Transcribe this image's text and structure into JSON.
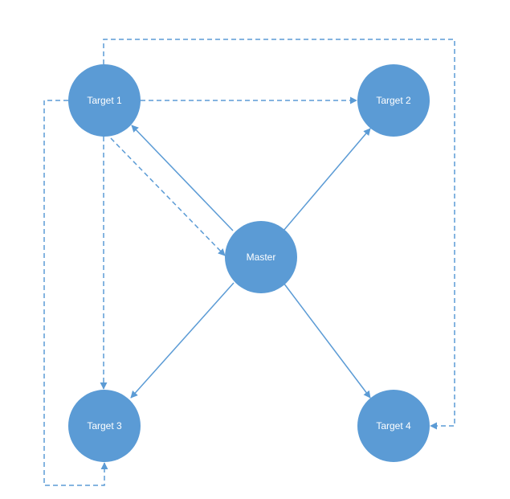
{
  "diagram": {
    "colors": {
      "node_fill": "#5b9bd5",
      "edge": "#5b9bd5",
      "label": "#ffffff",
      "background": "#ffffff"
    },
    "nodes": {
      "master": {
        "label": "Master"
      },
      "target1": {
        "label": "Target 1"
      },
      "target2": {
        "label": "Target 2"
      },
      "target3": {
        "label": "Target 3"
      },
      "target4": {
        "label": "Target 4"
      }
    },
    "edges": [
      {
        "from": "Master",
        "to": "Target 1",
        "style": "solid"
      },
      {
        "from": "Master",
        "to": "Target 2",
        "style": "solid"
      },
      {
        "from": "Master",
        "to": "Target 3",
        "style": "solid"
      },
      {
        "from": "Master",
        "to": "Target 4",
        "style": "solid"
      },
      {
        "from": "Target 1",
        "to": "Target 2",
        "style": "dashed"
      },
      {
        "from": "Target 1",
        "to": "Master",
        "style": "dashed"
      },
      {
        "from": "Target 1",
        "to": "Target 3",
        "style": "dashed"
      },
      {
        "from": "Target 1",
        "to": "Target 3",
        "style": "dashed",
        "routing": "left-loop"
      },
      {
        "from": "Target 1",
        "to": "Target 4",
        "style": "dashed",
        "routing": "right-loop"
      }
    ]
  }
}
